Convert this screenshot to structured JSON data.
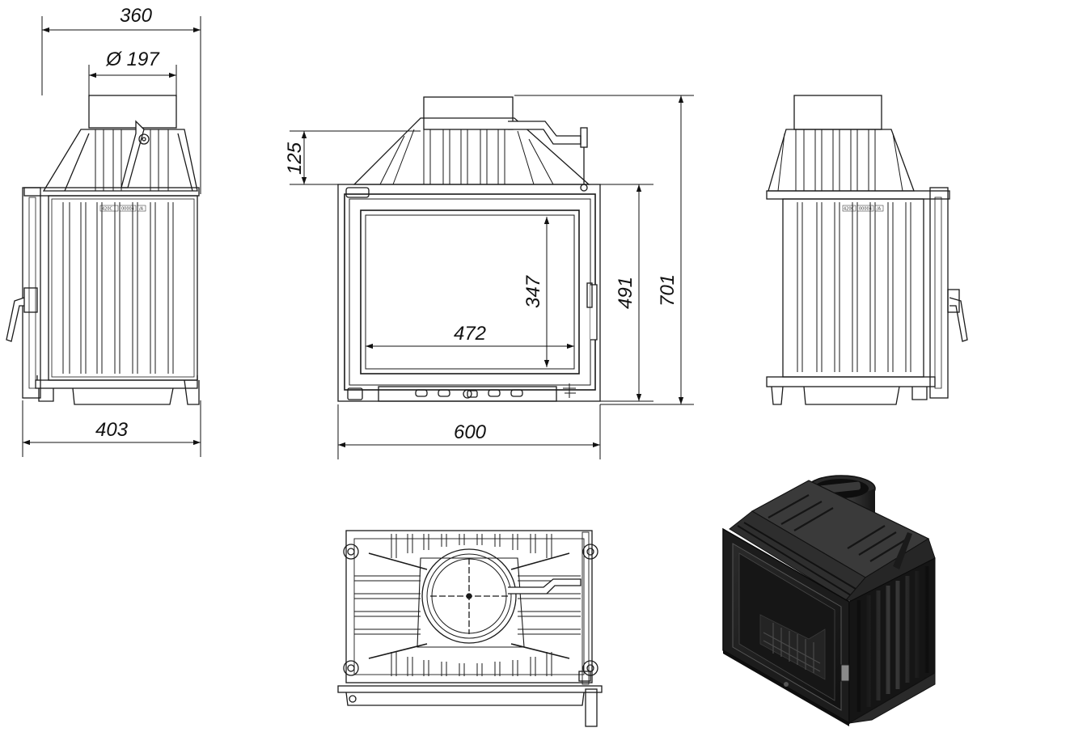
{
  "dimensions": {
    "side_depth": "360",
    "flue_diameter": "Ø 197",
    "side_width": "403",
    "top_height": "125",
    "front_width": "600",
    "glass_width": "472",
    "glass_height": "347",
    "body_height": "491",
    "total_height": "701"
  },
  "plate_marks": {
    "left": [
      "420C",
      "00004",
      "/A"
    ],
    "right": [
      "420C",
      "00004",
      "/A"
    ]
  },
  "colors": {
    "line": "#1a1a1a",
    "render_dark": "#1c1c1c",
    "render_mid": "#3a3a3a",
    "render_light": "#8a8a8a"
  }
}
